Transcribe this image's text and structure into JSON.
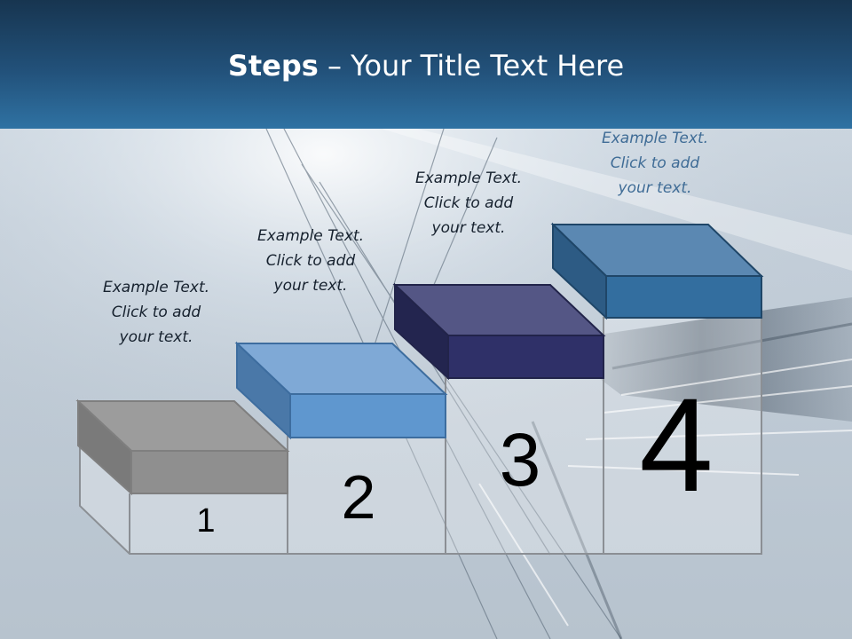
{
  "title": {
    "bold": "Steps",
    "rest": " – Your Title Text Here"
  },
  "steps": [
    {
      "number": "1",
      "caption": [
        "Example Text.",
        "Click  to add",
        "your text."
      ],
      "color": "#9a9a9a"
    },
    {
      "number": "2",
      "caption": [
        "Example Text.",
        "Click  to add",
        "your text."
      ],
      "color": "#5f97cf"
    },
    {
      "number": "3",
      "caption": [
        "Example Text.",
        "Click  to add",
        "your text."
      ],
      "color": "#2e2f66"
    },
    {
      "number": "4",
      "caption": [
        "Example Text.",
        "Click  to add",
        "your text."
      ],
      "color": "#2f6a9a"
    }
  ]
}
